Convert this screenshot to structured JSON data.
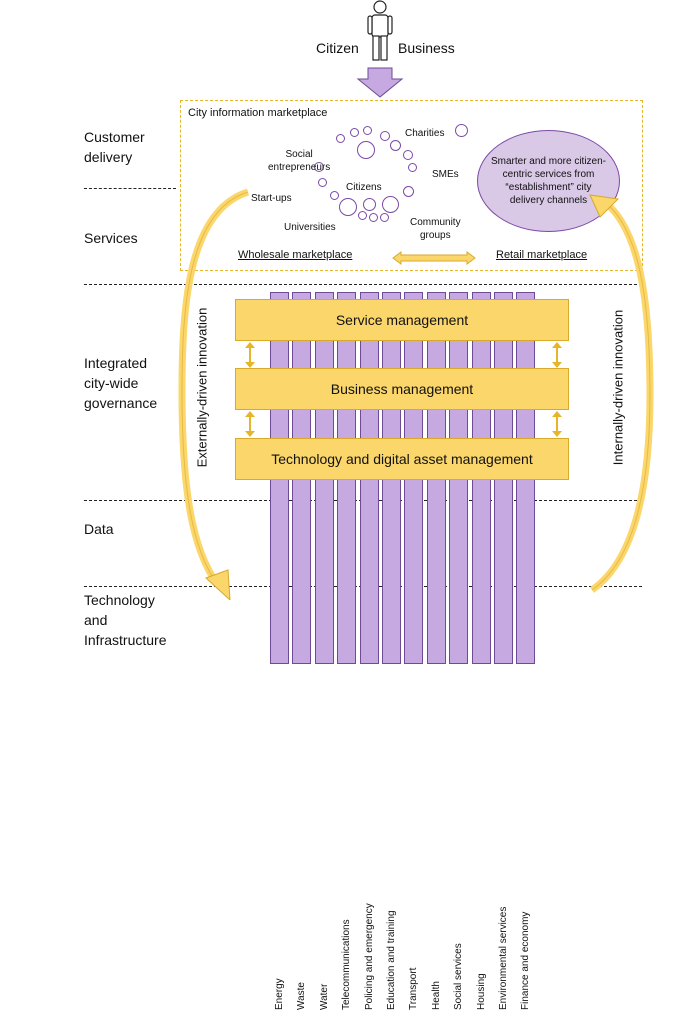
{
  "actor": {
    "left_label": "Citizen",
    "right_label": "Business"
  },
  "layers": {
    "customer_delivery": [
      "Customer",
      "delivery"
    ],
    "services": "Services",
    "governance": [
      "Integrated",
      "city-wide",
      "governance"
    ],
    "data": "Data",
    "technology": [
      "Technology",
      "and",
      "Infrastructure"
    ]
  },
  "marketplace": {
    "title": "City information marketplace",
    "cloud": {
      "social": [
        "Social",
        "entrepreneurs"
      ],
      "charities": "Charities",
      "smes": "SMEs",
      "startups": "Start-ups",
      "citizens": "Citizens",
      "universities": "Universities",
      "community": [
        "Community",
        "groups"
      ]
    },
    "retail_oval": "Smarter and more citizen-centric services from “establishment” city delivery channels",
    "wholesale_label": "Wholesale marketplace",
    "retail_label": "Retail marketplace"
  },
  "innovation": {
    "external": "Externally-driven innovation",
    "internal": "Internally-driven innovation"
  },
  "management": {
    "service": "Service management",
    "business": "Business management",
    "technology": "Technology and digital asset management"
  },
  "pillars": [
    "Energy",
    "Waste",
    "Water",
    "Telecommunications",
    "Policing and emergency",
    "Education and training",
    "Transport",
    "Health",
    "Social services",
    "Housing",
    "Environmental services",
    "Finance and economy"
  ],
  "colors": {
    "purple_fill": "#c5a9e0",
    "purple_stroke": "#6d4b95",
    "yellow_fill": "#fbd66b",
    "yellow_stroke": "#d9a92a",
    "oval_fill": "#d9c8e6"
  }
}
